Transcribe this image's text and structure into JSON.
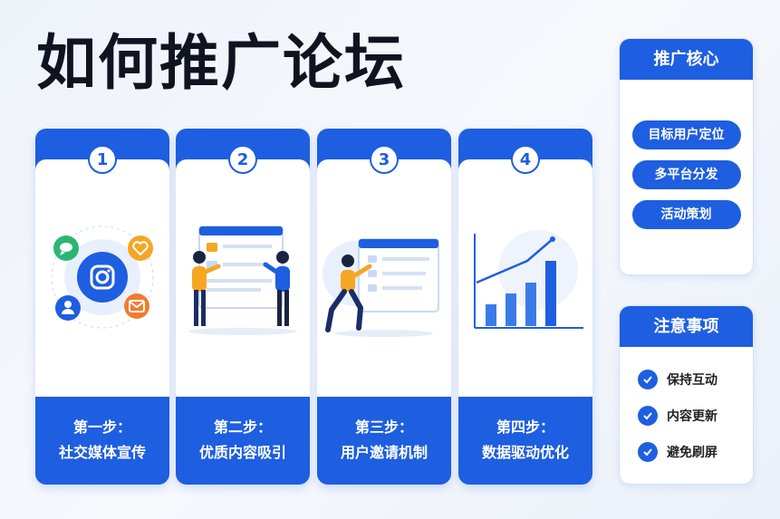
{
  "title": "如何推广论坛",
  "steps": [
    {
      "num": "1",
      "line1": "第一步：",
      "line2": "社交媒体宣传"
    },
    {
      "num": "2",
      "line1": "第二步：",
      "line2": "优质内容吸引"
    },
    {
      "num": "3",
      "line1": "第三步：",
      "line2": "用户邀请机制"
    },
    {
      "num": "4",
      "line1": "第四步：",
      "line2": "数据驱动优化"
    }
  ],
  "core": {
    "title": "推广核心",
    "items": [
      "目标用户定位",
      "多平台分发",
      "活动策划"
    ]
  },
  "notes": {
    "title": "注意事项",
    "items": [
      "保持互动",
      "内容更新",
      "避免刷屏"
    ]
  },
  "colors": {
    "accent": "#1e5ee0",
    "orange": "#f5a623",
    "green": "#2bb673",
    "coral": "#f07c2f"
  },
  "icons": [
    "instagram-icon",
    "heart-icon",
    "mail-icon",
    "user-icon",
    "chat-icon",
    "check-icon"
  ],
  "chart_data": {
    "type": "bar",
    "values": [
      2,
      3,
      4,
      6
    ],
    "trend": [
      1,
      2,
      3,
      5
    ]
  }
}
